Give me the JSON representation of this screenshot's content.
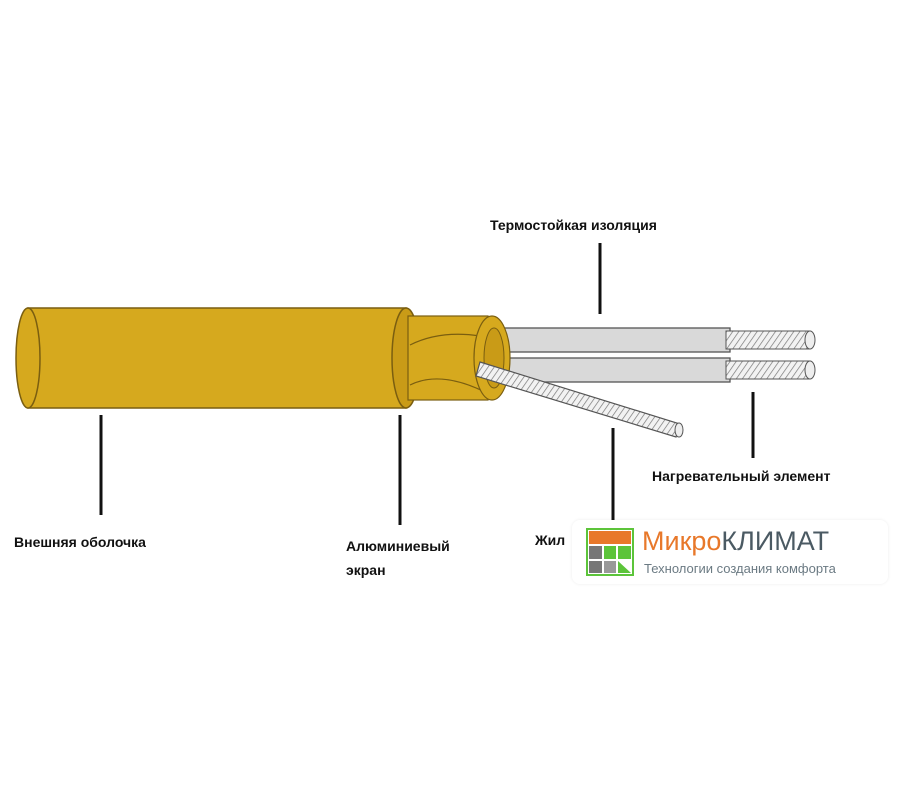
{
  "labels": {
    "thermo_insulation": "Термостойкая изоляция",
    "heating_element": "Нагревательный элемент",
    "outer_sheath": "Внешняя оболочка",
    "aluminum_screen_line1": "Алюминиевый",
    "aluminum_screen_line2": "экран",
    "core": "Жил"
  },
  "logo": {
    "title_part1": "Микро",
    "title_part2": "КЛИМАТ",
    "subtitle": "Технологии создания комфорта"
  },
  "colors": {
    "sheath": "#d6a91e",
    "insulation": "#d9d9d9",
    "brand_orange": "#e8782a",
    "brand_gray": "#4b5a63",
    "brand_green": "#5cc43a"
  }
}
